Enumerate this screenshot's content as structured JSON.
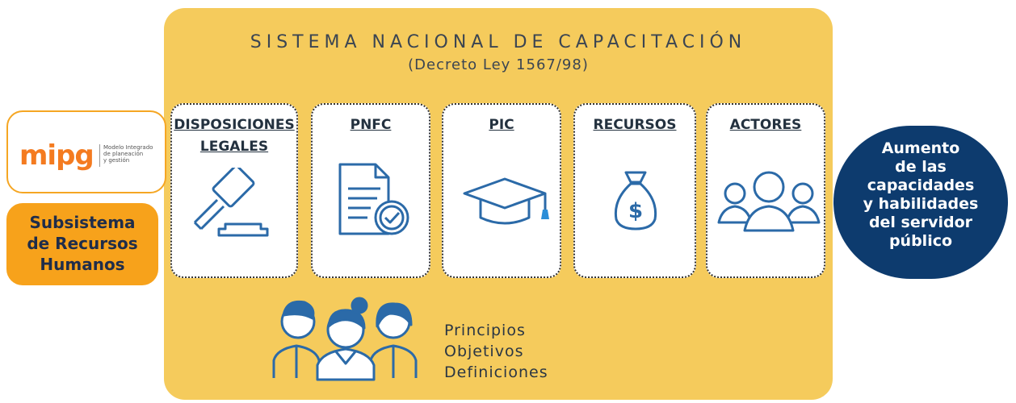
{
  "title": "SISTEMA NACIONAL DE CAPACITACIÓN",
  "subtitle": "(Decreto Ley 1567/98)",
  "mipg": {
    "logo": "mipg",
    "desc_line1": "Modelo Integrado",
    "desc_line2": "de planeación",
    "desc_line3": "y gestión"
  },
  "subsistema": {
    "line1": "Subsistema",
    "line2": "de Recursos",
    "line3": "Humanos"
  },
  "cards": [
    {
      "line1": "DISPOSICIONES",
      "line2": "LEGALES",
      "icon": "gavel-icon"
    },
    {
      "line1": "PNFC",
      "line2": "",
      "icon": "document-check-icon"
    },
    {
      "line1": "PIC",
      "line2": "",
      "icon": "graduation-cap-icon"
    },
    {
      "line1": "RECURSOS",
      "line2": "",
      "icon": "money-bag-icon"
    },
    {
      "line1": "ACTORES",
      "line2": "",
      "icon": "people-group-icon"
    }
  ],
  "outcome": {
    "line1": "Aumento",
    "line2": "de las",
    "line3": "capacidades",
    "line4": "y habilidades",
    "line5": "del servidor",
    "line6": "público"
  },
  "principles": [
    "Principios",
    "Objetivos",
    "Definiciones"
  ],
  "colors": {
    "panel": "#f5cb5c",
    "orange": "#f7a21b",
    "navy": "#0d3b6e",
    "icon": "#2b6aa8"
  }
}
